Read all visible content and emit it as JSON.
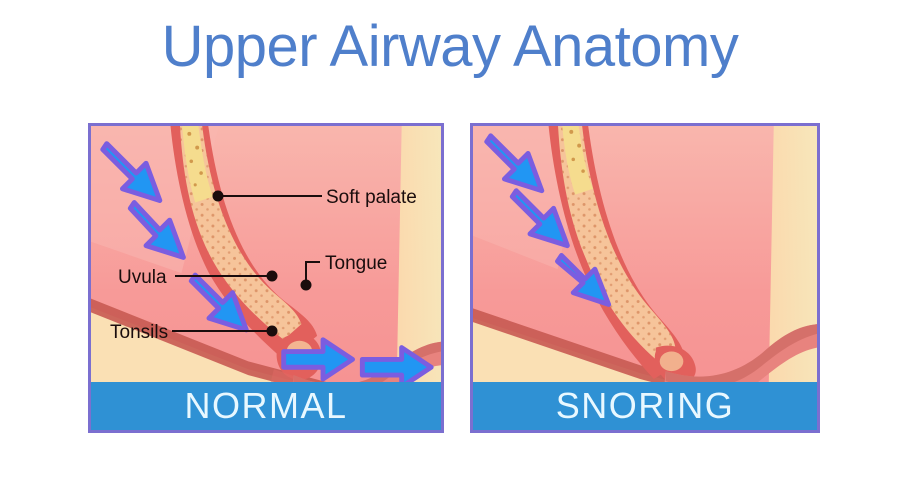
{
  "header": {
    "title": "Upper Airway Anatomy",
    "title_color": "#4f7fcb"
  },
  "panels": [
    {
      "id": "normal",
      "caption": "NORMAL",
      "caption_bar_color": "#2f91d4",
      "caption_text_color": "#e8f8ff",
      "border_color": "#7b6fd0",
      "labels": [
        {
          "name": "soft-palate",
          "text": "Soft palate"
        },
        {
          "name": "tongue",
          "text": "Tongue"
        },
        {
          "name": "uvula",
          "text": "Uvula"
        },
        {
          "name": "tonsils",
          "text": "Tonsils"
        }
      ],
      "airflow": "open",
      "arrow_count": 5
    },
    {
      "id": "snoring",
      "caption": "SNORING",
      "caption_bar_color": "#2f91d4",
      "caption_text_color": "#e8f8ff",
      "border_color": "#7b6fd0",
      "labels": [],
      "airflow": "obstructed",
      "arrow_count": 3
    }
  ],
  "palette": {
    "background": "#ffffff",
    "tissue_pink": "#f8a6a2",
    "tissue_pink_light": "#f9b9b3",
    "tissue_deep_red": "#e05050",
    "muscle_red": "#d9534f",
    "palate_peach": "#f6c49a",
    "palate_core_yellow": "#f5dc8e",
    "jaw_cream": "#fae0b4",
    "wall_cream": "#f8e3b0",
    "speckle": "#c9734a",
    "arrow_fill": "#2196f3",
    "arrow_outline": "#7b5de0",
    "leader_line": "#1a0d0d",
    "label_text": "#1a0d0d"
  },
  "icons": {
    "airflow_arrow": "arrow-down-right-icon",
    "airflow_arrow_horizontal": "arrow-right-icon",
    "leader_dot": "leader-dot-icon"
  }
}
